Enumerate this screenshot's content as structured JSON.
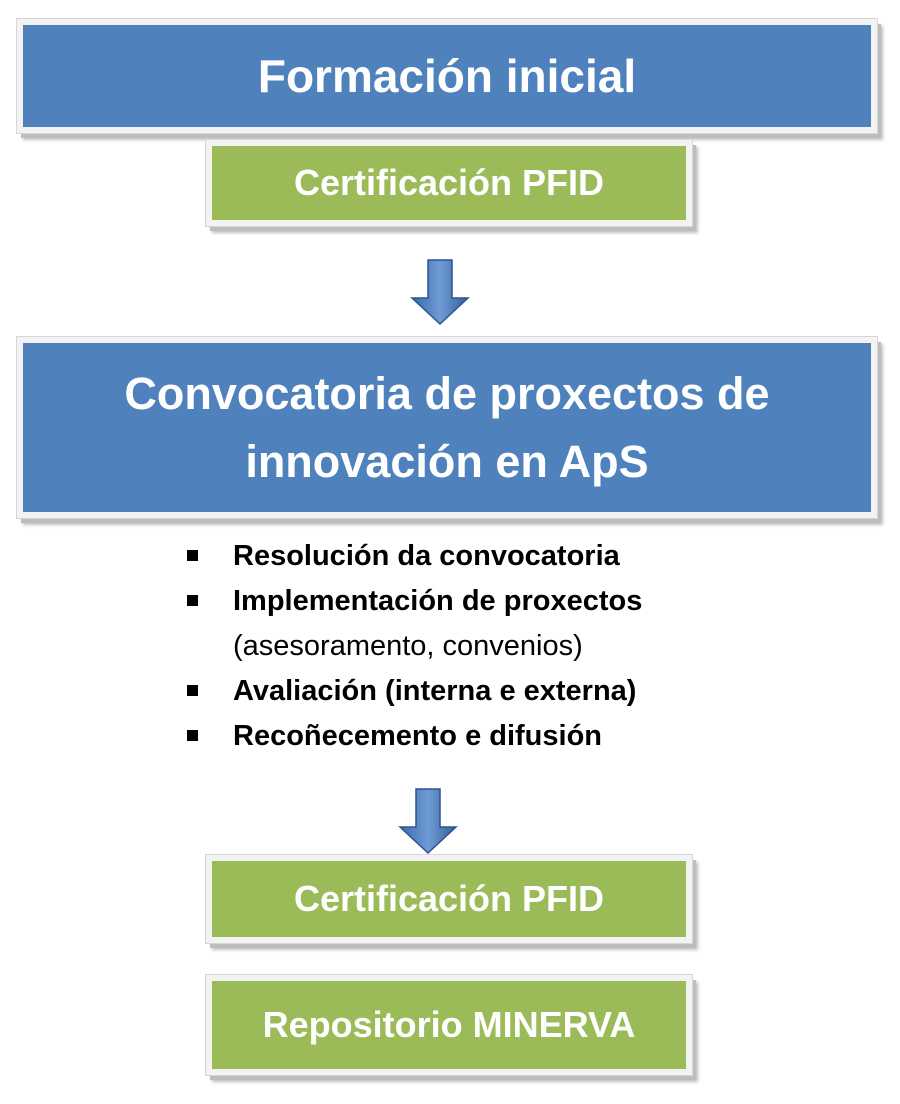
{
  "boxes": {
    "formacion": "Formación inicial",
    "certificacion_1": "Certificación PFID",
    "convocatoria": "Convocatoria de proxectos de innovación en ApS",
    "certificacion_2": "Certificación PFID",
    "repositorio": "Repositorio MINERVA"
  },
  "steps": [
    {
      "label": "Resolución da convocatoria",
      "detail": ""
    },
    {
      "label": "Implementación de proxectos",
      "detail": "(asesoramento, convenios)"
    },
    {
      "label": "Avaliación (interna e externa)",
      "detail": ""
    },
    {
      "label": "Recoñecemento e difusión",
      "detail": ""
    }
  ],
  "colors": {
    "primary_box": "#4f81bd",
    "secondary_box": "#9bbb59",
    "arrow": "#4f81bd"
  },
  "icons": {
    "arrow": "arrow-down-icon",
    "bullet": "square-bullet-icon"
  }
}
